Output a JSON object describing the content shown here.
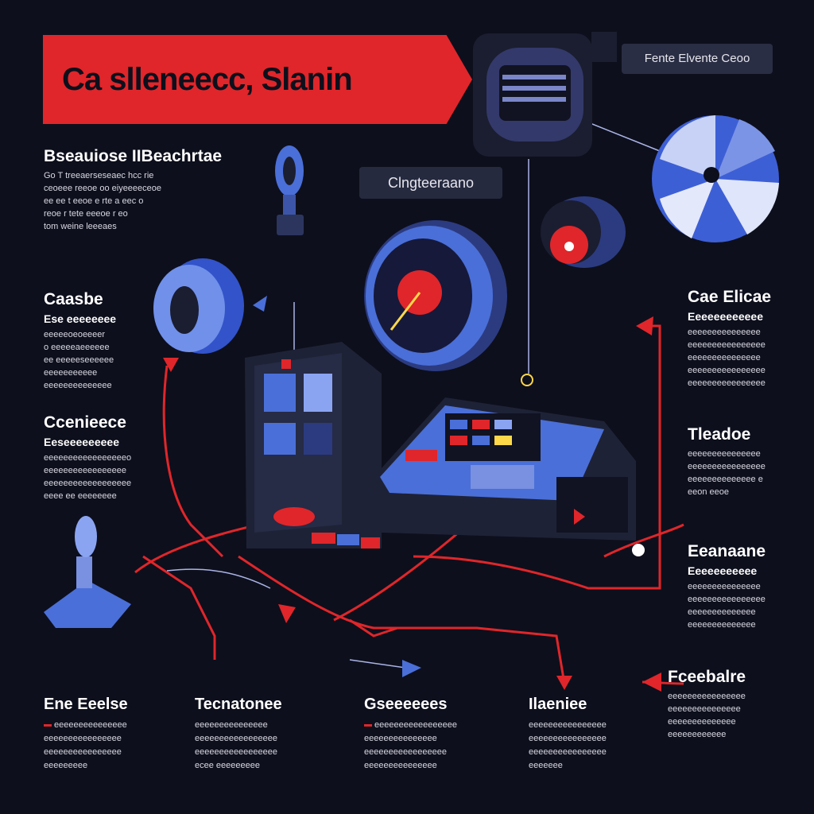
{
  "title": "Ca slleneecc, Slanin",
  "tag_label": "Fente Elvente Ceoo",
  "center_label": "Clngteeraano",
  "panels_left": [
    {
      "heading": "Bseauiose IIBeachrtae",
      "subheading": "",
      "lines": [
        "Go T treeaerseseaec hcc rie",
        "ceoeee reeoe oo eiyeeeeceoe",
        "ee ee t eeoe e rte a eec o",
        "reoe r tete eeeoe r eo",
        "tom weine        leeeaes"
      ]
    },
    {
      "heading": "Caasbe",
      "subheading": "Ese eeeeeeee",
      "lines": [
        "eeeeeoeoeeeer",
        "o eeeeeaeeeeee",
        "ee eeeeeseeeeee",
        "eeeeeeeeeee",
        "eeeeeeeeeeeeee"
      ]
    },
    {
      "heading": "Ccenieece",
      "subheading": "Eeseeeeeeeee",
      "lines": [
        "eeeeeeeeeeeeeeeeeo",
        "eeeeeeeeeeeeeeeee",
        "eeeeeeeeeeeeeeeeee",
        "eeee   ee   eeeeeeee"
      ]
    }
  ],
  "panels_right": [
    {
      "heading": "Cae Elicae",
      "subheading": "Eeeeeeeeeeee",
      "lines": [
        "eeeeeeeeeeeeeee",
        "eeeeeeeeeeeeeeee",
        "eeeeeeeeeeeeeee",
        "eeeeeeeeeeeeeeee",
        "eeeeeeeeeeeeeeee"
      ]
    },
    {
      "heading": "Tleadoe",
      "subheading": "",
      "lines": [
        "eeeeeeeeeeeeeee",
        "eeeeeeeeeeeeeeee",
        "eeeeeeeeeeeeee   e",
        "eeon eeoe"
      ]
    },
    {
      "heading": "Eeanaane",
      "subheading": "Eeeeeeeeeee",
      "lines": [
        "eeeeeeeeeeeeeee",
        "eeeeeeeeeeeeeeee",
        "eeeeeeeeeeeeee",
        "eeeeeeeeeeeeee"
      ]
    },
    {
      "heading": "Fceebalre",
      "subheading": "",
      "lines": [
        "eeeeeeeeeeeeeeee",
        "eeeeeeeeeeeeeee",
        "eeeeeeeeeeeeee",
        "eeeeeeeeeeee"
      ]
    }
  ],
  "panels_bottom": [
    {
      "heading": "Ene Eeelse",
      "lines": [
        "eeeeeeeeeeeeeee",
        "eeeeeeeeeeeeeeee",
        "eeeeeeeeeeeeeeee",
        "eeeeeeeee"
      ]
    },
    {
      "heading": "Tecnatonee",
      "lines": [
        "eeeeeeeeeeeeeee",
        "eeeeeeeeeeeeeeeee",
        "eeeeeeeeeeeeeeeee",
        "ecee eeeeeeeee"
      ]
    },
    {
      "heading": "Gseeeeees",
      "lines": [
        "eeeeeeeeeeeeeeeee",
        "eeeeeeeeeeeeeee",
        "eeeeeeeeeeeeeeeee",
        "eeeeeeeeeeeeeee"
      ]
    },
    {
      "heading": "Ilaeniee",
      "lines": [
        "eeeeeeeeeeeeeeee",
        "eeeeeeeeeeeeeeee",
        "eeeeeeeeeeeeeeee",
        "eeeeeee"
      ]
    }
  ],
  "colors": {
    "background": "#0d0f1c",
    "accent_red": "#e0262a",
    "accent_blue": "#4a6fd8",
    "device_dark": "#1e2236"
  }
}
